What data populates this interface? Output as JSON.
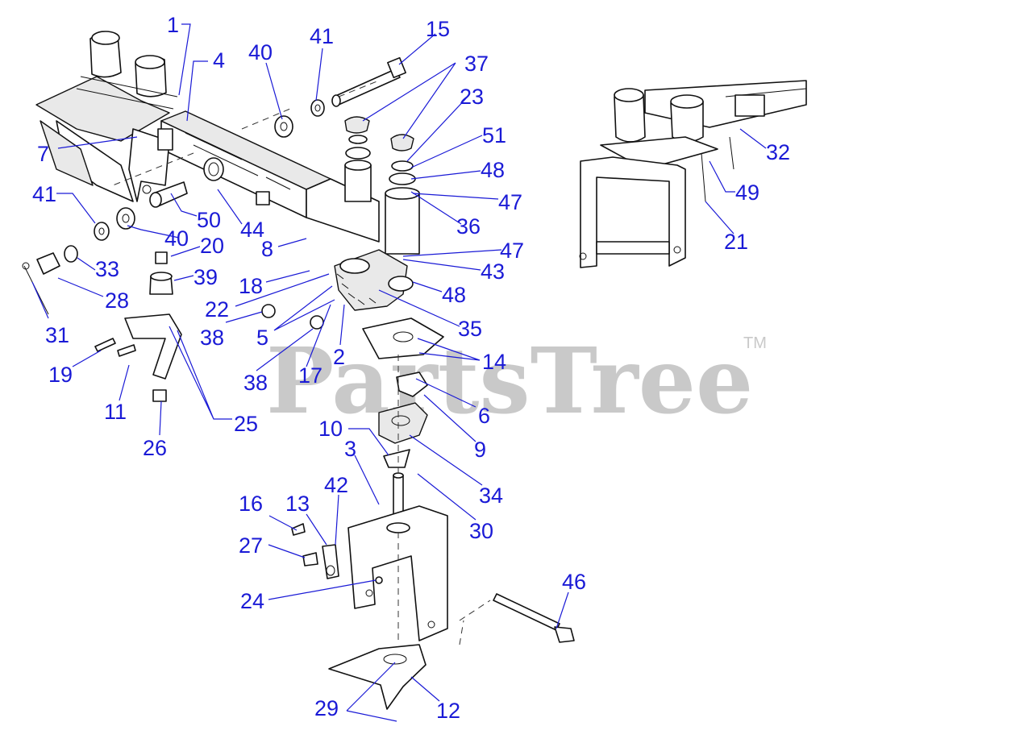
{
  "watermark": {
    "text": "PartsTree",
    "trademark": "TM"
  },
  "colors": {
    "label": "#1a1ad6",
    "line": "#111111",
    "watermark": "#c9c9c9"
  },
  "callouts": [
    "1",
    "4",
    "40",
    "41",
    "15",
    "37",
    "23",
    "51",
    "48",
    "47",
    "36",
    "7",
    "41",
    "50",
    "44",
    "40",
    "8",
    "47",
    "43",
    "20",
    "33",
    "39",
    "28",
    "18",
    "48",
    "22",
    "35",
    "31",
    "38",
    "5",
    "2",
    "14",
    "19",
    "17",
    "38",
    "11",
    "25",
    "6",
    "26",
    "9",
    "10",
    "3",
    "34",
    "42",
    "16",
    "13",
    "30",
    "27",
    "24",
    "46",
    "29",
    "12",
    "32",
    "49",
    "21"
  ]
}
